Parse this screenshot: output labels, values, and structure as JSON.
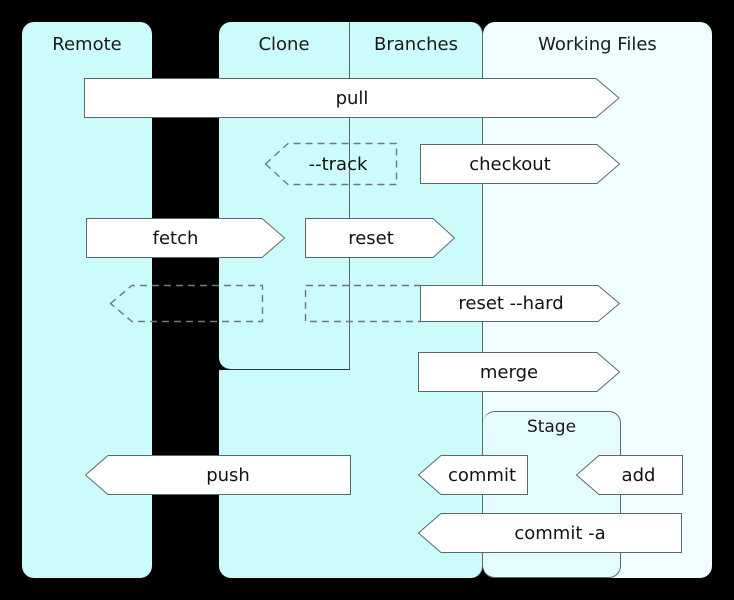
{
  "diagram": {
    "background_color": "#000000",
    "column_fill": "#ccfbfb",
    "working_fill": "#f0feff",
    "stage_fill": "#e4fcfd",
    "arrow_fill": "#ffffff",
    "arrow_stroke": "#5a6a6a",
    "dashed_stroke": "#6b7b7b",
    "text_color": "#111111"
  },
  "columns": [
    {
      "id": "remote",
      "label": "Remote"
    },
    {
      "id": "clone",
      "label": "Clone"
    },
    {
      "id": "branches",
      "label": "Branches"
    },
    {
      "id": "working_files",
      "label": "Working Files"
    }
  ],
  "stage": {
    "label": "Stage"
  },
  "arrows": [
    {
      "id": "pull",
      "label": "pull",
      "direction": "right",
      "style": "solid",
      "from": "remote",
      "to": "working_files"
    },
    {
      "id": "track",
      "label": "--track",
      "direction": "left",
      "style": "dashed",
      "from": "branches",
      "to": "clone"
    },
    {
      "id": "checkout",
      "label": "checkout",
      "direction": "right",
      "style": "solid",
      "from": "branches",
      "to": "working_files"
    },
    {
      "id": "fetch",
      "label": "fetch",
      "direction": "right",
      "style": "solid",
      "from": "remote",
      "to": "clone"
    },
    {
      "id": "reset",
      "label": "reset",
      "direction": "right",
      "style": "solid",
      "from": "clone",
      "to": "branches"
    },
    {
      "id": "hidden_left",
      "label": "",
      "direction": "left",
      "style": "dashed",
      "from": "clone",
      "to": "remote"
    },
    {
      "id": "reset_hard",
      "label": "reset --hard",
      "direction": "right",
      "style": "solid",
      "from": "clone",
      "to": "working_files"
    },
    {
      "id": "merge",
      "label": "merge",
      "direction": "right",
      "style": "solid",
      "from": "branches",
      "to": "working_files"
    },
    {
      "id": "push",
      "label": "push",
      "direction": "left",
      "style": "solid",
      "from": "clone",
      "to": "remote"
    },
    {
      "id": "commit",
      "label": "commit",
      "direction": "left",
      "style": "solid",
      "from": "stage",
      "to": "branches"
    },
    {
      "id": "add",
      "label": "add",
      "direction": "left",
      "style": "solid",
      "from": "working_files",
      "to": "stage"
    },
    {
      "id": "commit_a",
      "label": "commit -a",
      "direction": "left",
      "style": "solid",
      "from": "working_files",
      "to": "branches"
    }
  ]
}
